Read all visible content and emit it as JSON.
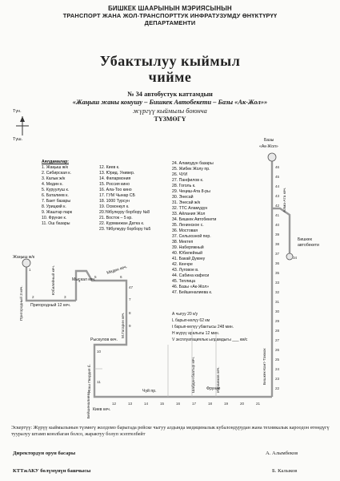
{
  "header": {
    "line1": "БИШКЕК ШААРЫНЫН МЭРИЯСЫНЫН",
    "line2": "ТРАНСПОРТ ЖАНА ЖОЛ-ТРАНСПОРТТУК ИНФРАТУЗУМДУ ӨНҮКТҮРҮҮ",
    "line3": "ДЕПАРТАМЕНТИ"
  },
  "title": {
    "line1": "Убактылуу кыймыл",
    "line2": "чийме"
  },
  "subtitle": {
    "line1": "№ 34  автобустук каттамдын",
    "line2": "«Жаңыш жаны конушу – Бишкек Автобекети – Базы «Ак-Жол»»",
    "line3": "жүргүү кыймылы боюнча",
    "line4": "ТҮЗМӨГҮ"
  },
  "compass": {
    "north": "Түн.",
    "south": "Түш."
  },
  "stops_heading": "Аялдамалар:",
  "stops_col1": [
    "1. Жаңыш ж/к",
    "2. Сибирская к.",
    "3. Калык ж/к",
    "4. Медин к.",
    "5. Куруулуш к.",
    "6. Баталиев к.",
    "7. Бает базары",
    "8. Урицкий к.",
    "9. Жаштар парк",
    "10. Фрунзе к.",
    "11. Ош базары"
  ],
  "stops_col2": [
    "12. Киев к.",
    "13. Юрид. Универ.",
    "14. Филармония",
    "15. Россия кино",
    "16. Ала-Тоо кино",
    "17. ГУМ Чынар СБ",
    "18. 1000 Турсун",
    "19. Осмонкул к.",
    "20.Үйбулкуру борбору №8",
    "21. Восток – 5 кр.",
    "22. Курманжан Датка к.",
    "23. Үйбулкуру борбору №5"
  ],
  "stops_col3": [
    "24. Аламүдүн базары",
    "25. Жибек Жолу пр.",
    "26. ЧУИ",
    "27. Панфилов к.",
    "28. Гоголь к.",
    "29. Чеңиш-Ата 8-ры",
    "30. Энесай",
    "31. Энесай ж/к",
    "32. ТТС Аламүдүн",
    "33. Айлания Жол",
    "34. Бишкек Автобекети",
    "35. Ленинское с.",
    "36. Мостовая",
    "37. Сельхозной пер.",
    "38. Мектеп",
    "39. Наберяжный",
    "40. Юбилейный",
    "41. Бакай Дүкөну",
    "42. Кенчре",
    "43. Луговое в.",
    "44. Сабина кафеси",
    "45. Теплица",
    "46. Базы «Ак-Жол»",
    "47. Бейшеналиева к."
  ],
  "route_info": {
    "line1": "А чыгуу 20 к/у",
    "line2": "L барып-келүү  62 км",
    "line3": "t барып-келүү убактысы 248 мин.",
    "line4": "Н жүрүү аралыгы  12  мин.",
    "line5": "V эксплуатациялык ылдамдыгы ___ км/с"
  },
  "map_labels": {
    "terminal_left": "Жаңыш ж/к",
    "terminal_right_1": "Базы",
    "terminal_right_2": "«Ак-Жол»",
    "bishkek_av_1": "Бишкек",
    "bishkek_av_2": "автобекети",
    "street_pancake": "Пригородный 3 кеч.",
    "street_prigorod12": "Пригородный 12 кеч.",
    "street_yubil": "Юбилейный кеч.",
    "street_myskal": "Мыскал кеч.",
    "street_medin": "Медин кеч.",
    "street_gagarin": "М.Гагарин кеч.",
    "street_batal": "Жаш Гвардия б.",
    "street_ryskulov": "Рыскулов кеч.",
    "street_beyshen": "Бейшеналиева",
    "street_kiev": "Киев кеч.",
    "street_chuy": "Чүй пр.",
    "street_frunze": "Фрунзе",
    "street_shabdan": "Шабдан баатыр кеч.",
    "street_ibraimov": "Ибраимов кеч.",
    "street_almaata": "Алма-Ата кеч.",
    "street_southern": "Бишкек-Кант-Токмок"
  },
  "footnote": "Эскертүү: Жүрүү кыймылынын түзмөгү жолдомо барыгада рейске чыгуу алдында медициналык кубалондурудан жана техникалык кароодон өтөндүгү тууралуу штамп коюлбаган болсо, жарактуу болуп эсептелбейт",
  "signatures": {
    "left1": "Директордун орун басары",
    "right1": "А. Алымбеков",
    "left2": "КТТжАКУ бөлүмүнүн башчысы",
    "right2": "Б. Калыков"
  }
}
